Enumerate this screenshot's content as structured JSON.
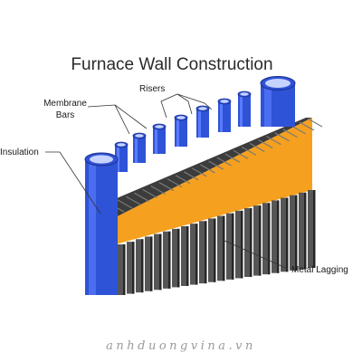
{
  "diagram": {
    "title": "Furnace Wall Construction",
    "labels": {
      "risers": "Risers",
      "membrane_bars": [
        "Membrane",
        "Bars"
      ],
      "insulation": "Insulation",
      "metal_lagging": "Metal Lagging"
    },
    "watermark": "anhduongvina.vn",
    "colors": {
      "insulation_front": "#f5a01f",
      "insulation_side": "#c26a0c",
      "insulation_top": "#3c3c3c",
      "tube_blue": "#2f53d6",
      "tube_light": "#c7d3ff",
      "lagging_gray": "#565656",
      "lagging_dark": "#262626",
      "leader_line": "#333333"
    }
  }
}
